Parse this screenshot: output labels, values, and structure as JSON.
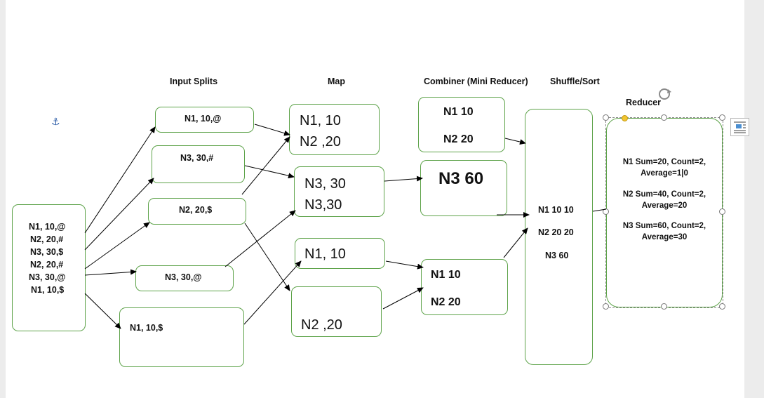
{
  "headers": {
    "input_splits": "Input Splits",
    "map": "Map",
    "combiner": "Combiner (Mini Reducer)",
    "shuffle": "Shuffle/Sort",
    "reducer": "Reducer"
  },
  "input": [
    "N1, 10,@",
    "N2, 20,#",
    "N3, 30,$",
    "N2, 20,#",
    "N3, 30,@",
    "N1, 10,$"
  ],
  "splits": [
    "N1, 10,@",
    "N3, 30,#",
    "N2, 20,$",
    "N3, 30,@",
    "N1, 10,$"
  ],
  "map": [
    [
      "N1, 10",
      "N2 ,20"
    ],
    [
      "N3, 30",
      "N3,30"
    ],
    [
      "N1, 10"
    ],
    [
      "N2 ,20"
    ]
  ],
  "combiner": [
    [
      "N1 10",
      "N2 20"
    ],
    [
      "N3 60"
    ],
    [
      "N1 10",
      "N2 20"
    ]
  ],
  "shuffle": [
    "N1 10 10",
    "N2 20 20",
    "N3 60"
  ],
  "reducer": [
    [
      "N1 Sum=20, Count=2,",
      "Average=1|0"
    ],
    [
      "N2 Sum=40, Count=2,",
      "Average=20"
    ],
    [
      "N3 Sum=60, Count=2,",
      "Average=30"
    ]
  ]
}
